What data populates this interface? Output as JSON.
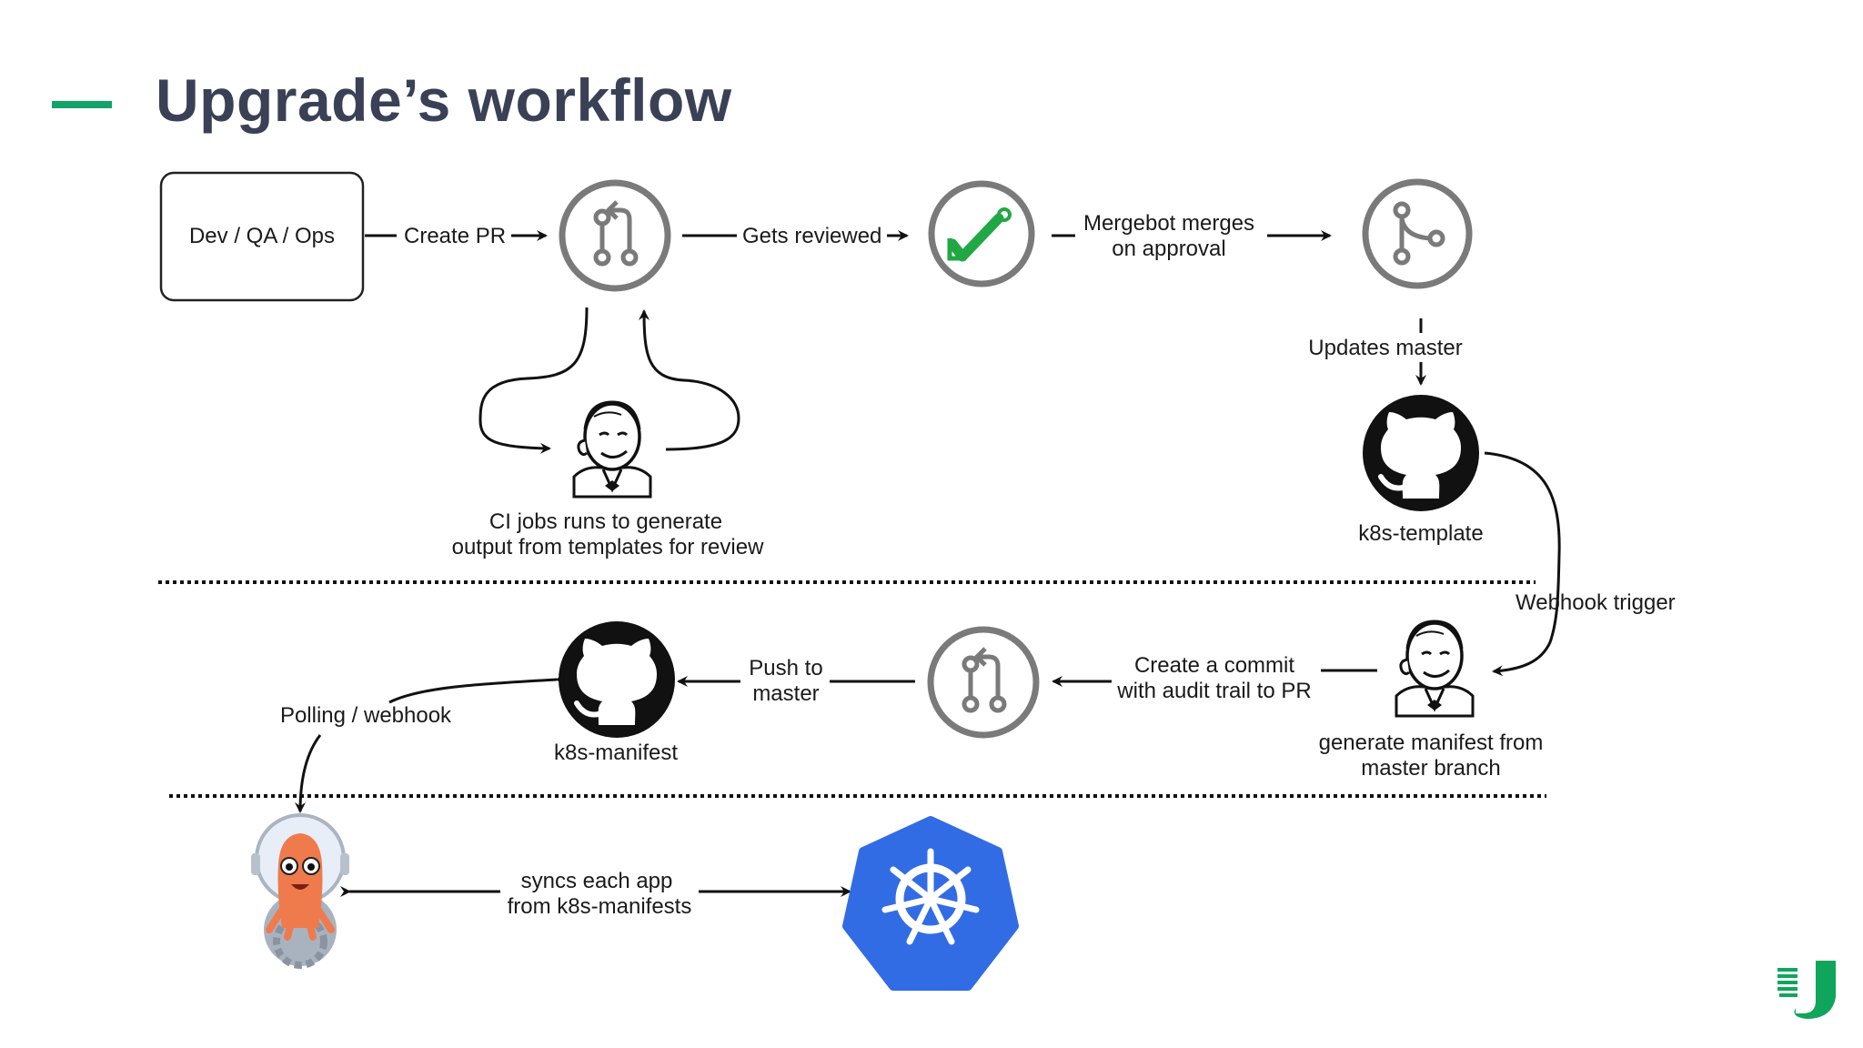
{
  "slide": {
    "title": "Upgrade’s workflow"
  },
  "diagram": {
    "source_box": "Dev / QA / Ops",
    "edge_create_pr": "Create PR",
    "edge_gets_reviewed": "Gets reviewed",
    "edge_mergebot": [
      "Mergebot merges",
      "on approval"
    ],
    "edge_updates_master": "Updates master",
    "ci_caption": [
      "CI jobs runs to generate",
      "output from templates for review"
    ],
    "repo_template": "k8s-template",
    "edge_webhook": "Webhook trigger",
    "generate_caption": [
      "generate manifest from",
      "master branch"
    ],
    "edge_commit": [
      "Create a commit",
      "with audit trail to PR"
    ],
    "edge_push": [
      "Push to",
      "master"
    ],
    "repo_manifest": "k8s-manifest",
    "edge_polling": "Polling / webhook",
    "edge_sync": [
      "syncs each app",
      "from k8s-manifests"
    ]
  },
  "colors": {
    "accent": "#12a36a",
    "title": "#3a4156",
    "icon_gray": "#7a7a7a",
    "approve_green": "#22a745",
    "github_black": "#111111",
    "k8s_blue": "#326ce5",
    "argo_orange": "#ef7b4d",
    "logo_green": "#10a55c"
  },
  "icons": [
    "pull-request-icon",
    "approve-icon",
    "merge-icon",
    "jenkins-icon",
    "github-icon",
    "kubernetes-icon",
    "argo-icon",
    "company-logo-icon"
  ]
}
